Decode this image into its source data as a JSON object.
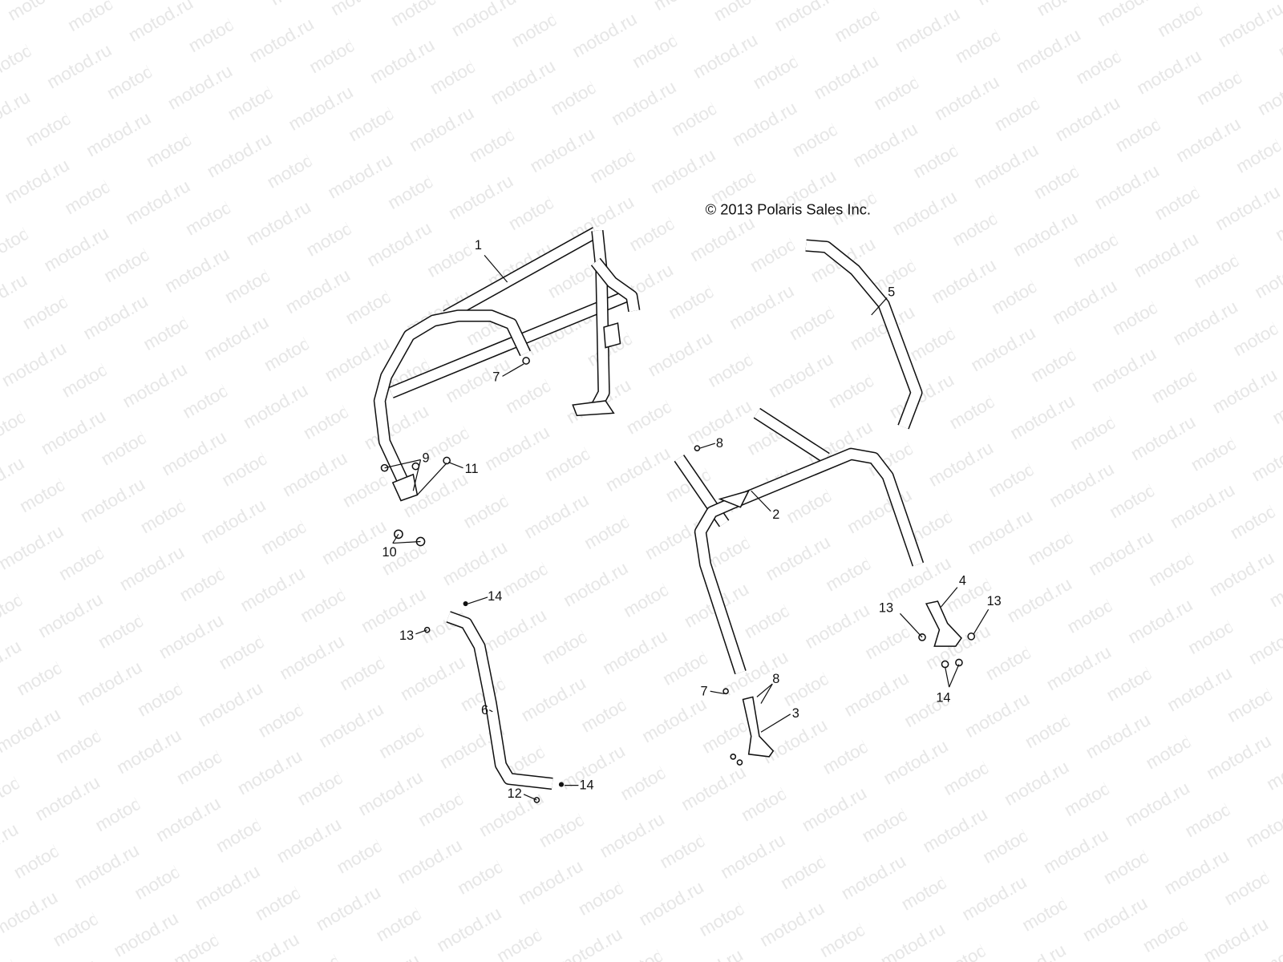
{
  "watermark": "motod.ru",
  "copyright": "© 2013 Polaris Sales Inc.",
  "callouts": [
    {
      "id": "1",
      "label": "1"
    },
    {
      "id": "2",
      "label": "2"
    },
    {
      "id": "3",
      "label": "3"
    },
    {
      "id": "4",
      "label": "4"
    },
    {
      "id": "5",
      "label": "5"
    },
    {
      "id": "6",
      "label": "6"
    },
    {
      "id": "7a",
      "label": "7"
    },
    {
      "id": "7b",
      "label": "7"
    },
    {
      "id": "8a",
      "label": "8"
    },
    {
      "id": "8b",
      "label": "8"
    },
    {
      "id": "9",
      "label": "9"
    },
    {
      "id": "10",
      "label": "10"
    },
    {
      "id": "11",
      "label": "11"
    },
    {
      "id": "12",
      "label": "12"
    },
    {
      "id": "13a",
      "label": "13"
    },
    {
      "id": "13b",
      "label": "13"
    },
    {
      "id": "13c",
      "label": "13"
    },
    {
      "id": "14a",
      "label": "14"
    },
    {
      "id": "14b",
      "label": "14"
    },
    {
      "id": "14c",
      "label": "14"
    }
  ]
}
